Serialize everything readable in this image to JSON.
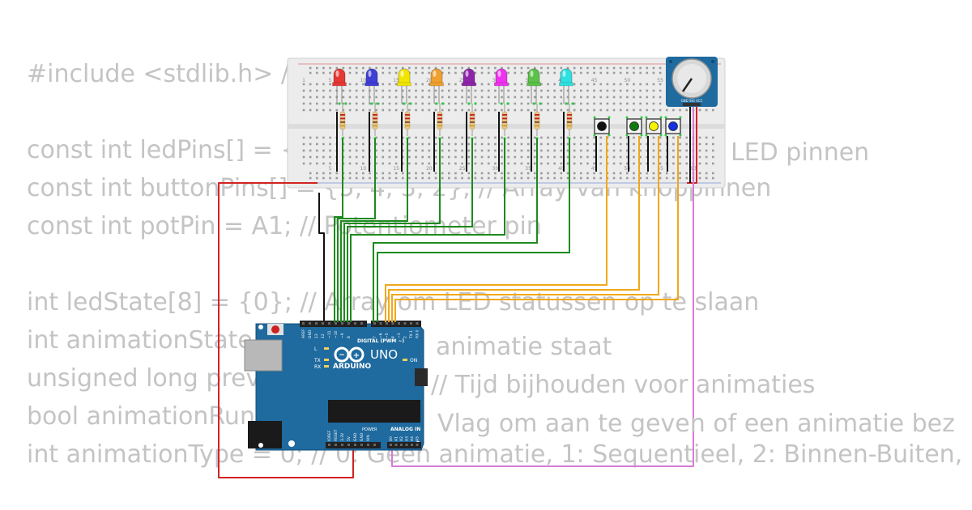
{
  "code": {
    "lines": [
      "#include <stdlib.h> //",
      "",
      "const int ledPins[] = {1",
      "const int buttonPins[] = {5, 4, 3, 2}; // Array van knoppinnen",
      "const int potPin = A1; // Potentiometer pin",
      "",
      "int ledState[8] = {0}; // Array om LED statussen op te slaan",
      "int animationState",
      "unsigned long prev",
      "bool animationRunning",
      "int animationType = 0; // 0: Geen animatie, 1: Sequentieel, 2: Binnen-Buiten,"
    ],
    "fragments": {
      "led_pins_tail": "LED pinnen",
      "animation_state_tail": "animatie staat",
      "prev_tail": "// Tijd bijhouden voor animaties",
      "animation_running_tail": "Vlag om aan te geven of een animatie bez"
    }
  },
  "breadboard": {
    "column_numbers_top": [
      "1",
      "5",
      "10",
      "15",
      "20",
      "25",
      "30",
      "35",
      "40",
      "45",
      "50",
      "55"
    ],
    "column_numbers_bottom": [
      "5",
      "10",
      "15",
      "20",
      "25",
      "30",
      "35",
      "40",
      "45",
      "50",
      "55",
      "60"
    ],
    "leds": [
      {
        "color": "#e53935"
      },
      {
        "color": "#3f3fd6"
      },
      {
        "color": "#f2e600"
      },
      {
        "color": "#f0a030"
      },
      {
        "color": "#8e24aa"
      },
      {
        "color": "#ee33ee"
      },
      {
        "color": "#5cc14a"
      },
      {
        "color": "#2fe0e0"
      }
    ],
    "buttons": [
      {
        "color": "#111111"
      },
      {
        "color": "#0f7a0f"
      },
      {
        "color": "#f4f400"
      },
      {
        "color": "#1530e0"
      }
    ],
    "potentiometer_pins": "GND SIG VCC"
  },
  "arduino": {
    "brand": "ARDUINO",
    "model": "UNO",
    "header_digital": "DIGITAL (PWM ~)",
    "header_analog": "ANALOG IN",
    "header_power": "POWER",
    "aref": "AREF",
    "gnd": "GND",
    "digital_pins": [
      "13",
      "12",
      "~11",
      "~10",
      "~9",
      "8",
      "7",
      "~6",
      "~5",
      "4",
      "~3",
      "2",
      "TX 1",
      "RX 0"
    ],
    "power_pins": [
      "IOREF",
      "RESET",
      "3.3V",
      "5V",
      "GND",
      "GND",
      "VIN"
    ],
    "analog_pins": [
      "A0",
      "A1",
      "A2",
      "A3",
      "A4",
      "A5"
    ],
    "labels": {
      "tx": "TX",
      "rx": "RX",
      "l": "L",
      "on": "ON"
    }
  },
  "colors": {
    "code_text": "#c4c4c4",
    "board_blue": "#1f6a9e",
    "breadboard": "#ececec",
    "wire_red": "#d22222",
    "wire_black": "#111111",
    "wire_green": "#1d8a1d",
    "wire_orange": "#f0a81a",
    "wire_violet": "#d77ad7"
  }
}
